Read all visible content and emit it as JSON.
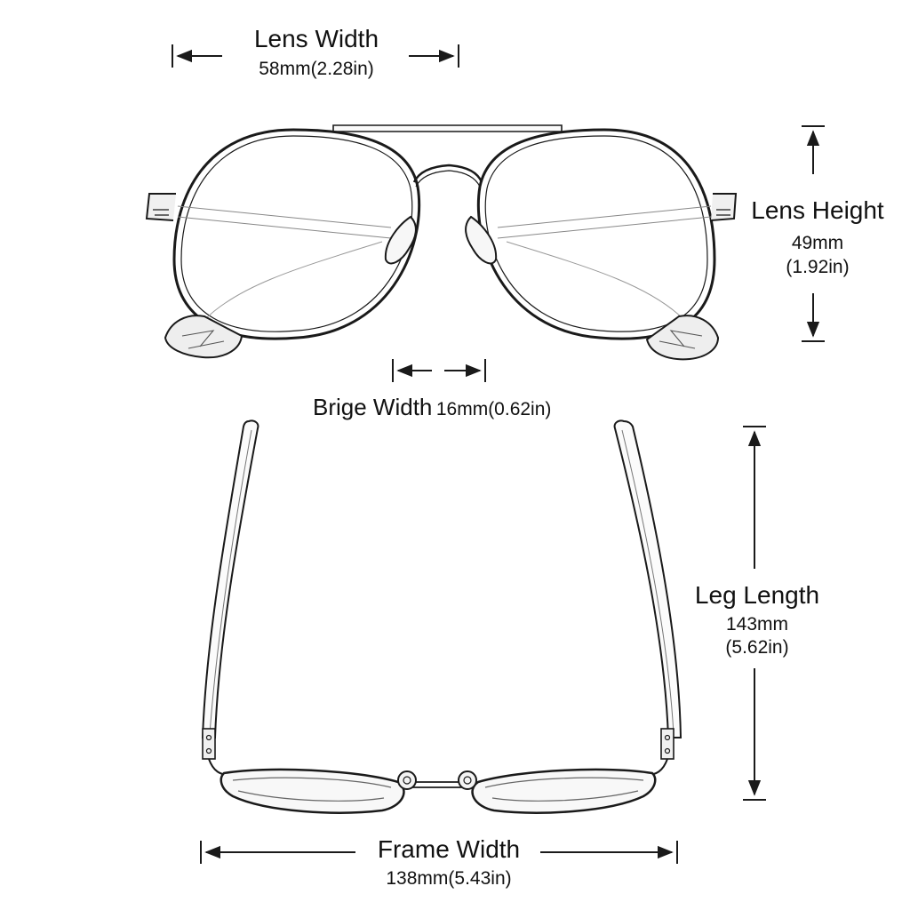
{
  "dimensions": {
    "lens_width": {
      "label": "Lens Width",
      "value": "58mm(2.28in)"
    },
    "lens_height": {
      "label": "Lens Height",
      "value_mm": "49mm",
      "value_in": "(1.92in)"
    },
    "bridge_width": {
      "label": "Brige Width",
      "value": "16mm(0.62in)"
    },
    "leg_length": {
      "label": "Leg Length",
      "value_mm": "143mm",
      "value_in": "(5.62in)"
    },
    "frame_width": {
      "label": "Frame Width",
      "value": "138mm(5.43in)"
    }
  },
  "colors": {
    "line": "#1a1a1a",
    "frame_metal": "#6e6e6e",
    "background": "#ffffff"
  }
}
